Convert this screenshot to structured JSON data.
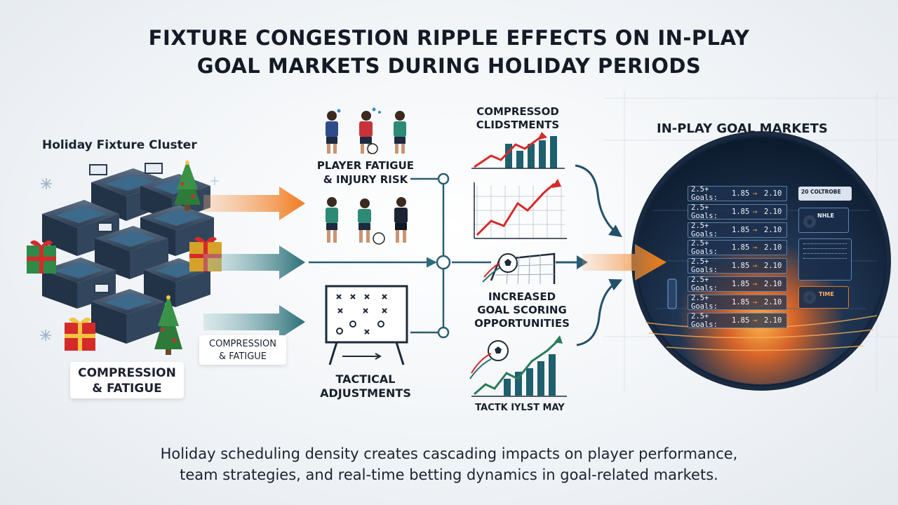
{
  "title": {
    "line1": "FIXTURE CONGESTION RIPPLE EFFECTS ON IN-PLAY",
    "line2": "GOAL MARKETS DURING HOLIDAY PERIODS"
  },
  "cluster": {
    "label": "Holiday Fixture Cluster",
    "box_label_1": "COMPRESSION",
    "box_label_2": "& FATIGUE"
  },
  "arrow_box": {
    "line1": "COMPRESSION",
    "line2": "& FATIGUE"
  },
  "fatigue": {
    "line1": "PLAYER FATIGUE",
    "line2": "& INJURY RISK"
  },
  "tactical": {
    "line1": "TACTICAL",
    "line2": "ADJUSTMENTS"
  },
  "compressed": {
    "line1": "COMPRESSOD",
    "line2": "CLIDSTMENTS"
  },
  "goals": {
    "line1": "INCREASED",
    "line2": "GOAL SCORING",
    "line3": "OPPORTUNITIES"
  },
  "bottom_chart_label": "TACTK IYLST MAY",
  "markets": {
    "title": "IN-PLAY GOAL MARKETS",
    "rows": [
      {
        "market": "2.5+ Goals:",
        "a": "1.85",
        "arrow": "→",
        "b": "2.10"
      },
      {
        "market": "2.5+ Goals:",
        "a": "1.85",
        "arrow": "→",
        "b": "2.10"
      },
      {
        "market": "2.5+ Goals:",
        "a": "1.85",
        "arrow": "→",
        "b": "2.10"
      },
      {
        "market": "2.5+ Goals:",
        "a": "1.85",
        "arrow": "→",
        "b": "2.10"
      },
      {
        "market": "2.5+ Goals:",
        "a": "1.85",
        "arrow": "→",
        "b": "2.10"
      },
      {
        "market": "2.5+ Goals:",
        "a": "1.85",
        "arrow": "→",
        "b": "2.10"
      },
      {
        "market": "2.5+ Goals:",
        "a": "1.85",
        "arrow": "→",
        "b": "2.10"
      },
      {
        "market": "2.5+ Goals:",
        "a": "1.85",
        "arrow": "→",
        "b": "2.10"
      }
    ],
    "side_card_1": "20 COLTROBE",
    "side_card_2": "NHLE",
    "side_card_3": "TIME"
  },
  "footer": {
    "line1": "Holiday scheduling density creates cascading impacts on player performance,",
    "line2": "team strategies, and real-time betting dynamics in goal-related markets."
  },
  "colors": {
    "orange": "#f07a1e",
    "teal": "#2b6e78",
    "red": "#d62a2a",
    "green": "#2a7a5a",
    "navy": "#1d3250"
  }
}
